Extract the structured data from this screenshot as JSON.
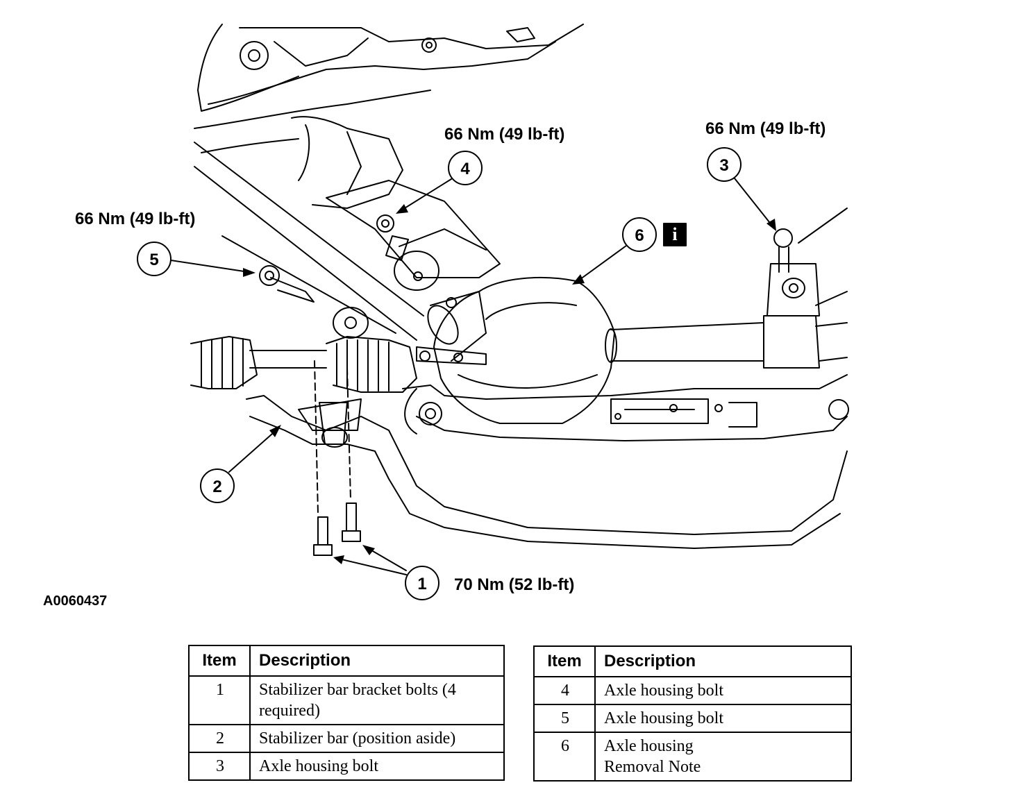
{
  "figure_id": "A0060437",
  "callouts": [
    {
      "number": "1",
      "torque": "70 Nm (52  lb-ft)"
    },
    {
      "number": "2",
      "torque": ""
    },
    {
      "number": "3",
      "torque": "66 Nm (49 lb-ft)"
    },
    {
      "number": "4",
      "torque": "66 Nm (49 lb-ft)"
    },
    {
      "number": "5",
      "torque": "66 Nm (49 lb-ft)"
    },
    {
      "number": "6",
      "torque": ""
    }
  ],
  "info_icon_glyph": "i",
  "legend": {
    "header_item": "Item",
    "header_description": "Description",
    "left_rows": [
      {
        "item": "1",
        "description": "Stabilizer bar bracket bolts (4 required)"
      },
      {
        "item": "2",
        "description": "Stabilizer bar (position aside)"
      },
      {
        "item": "3",
        "description": "Axle housing bolt"
      }
    ],
    "right_rows": [
      {
        "item": "4",
        "description": "Axle housing bolt"
      },
      {
        "item": "5",
        "description": "Axle housing bolt"
      },
      {
        "item": "6",
        "description": "Axle housing",
        "note": "Removal Note"
      }
    ]
  }
}
